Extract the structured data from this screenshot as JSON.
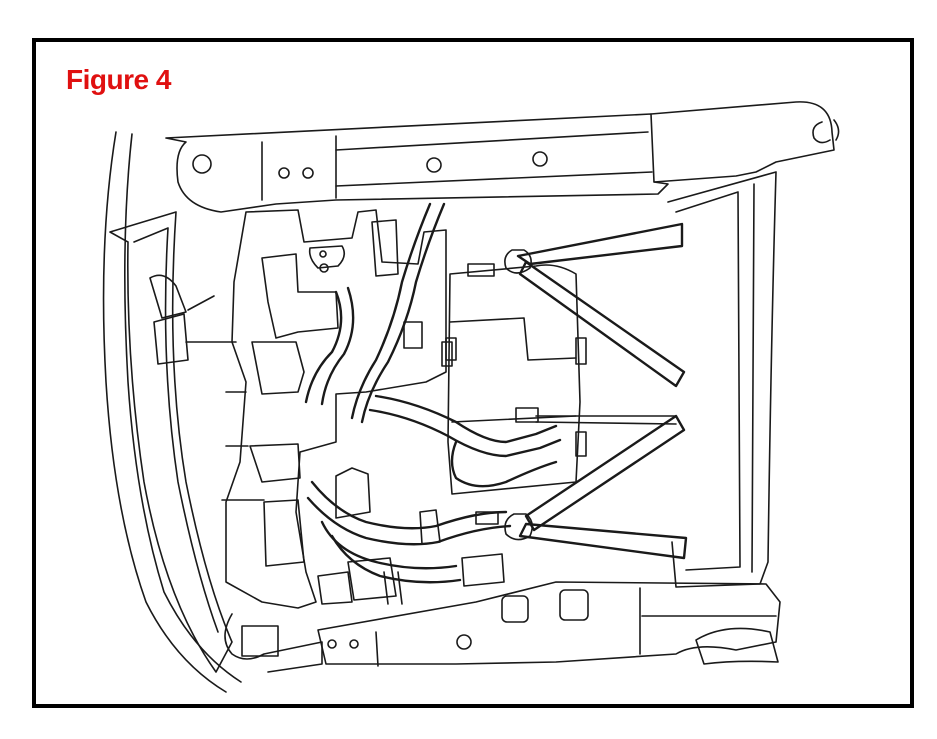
{
  "figure": {
    "label": "Figure 4",
    "label_color": "#e01010"
  },
  "diagram": {
    "line_color": "#1a1a1a",
    "frame_color": "#000000",
    "icons": [
      "seat-frame-drawing",
      "wiring-harness-drawing",
      "cable-tie-drawing"
    ]
  }
}
